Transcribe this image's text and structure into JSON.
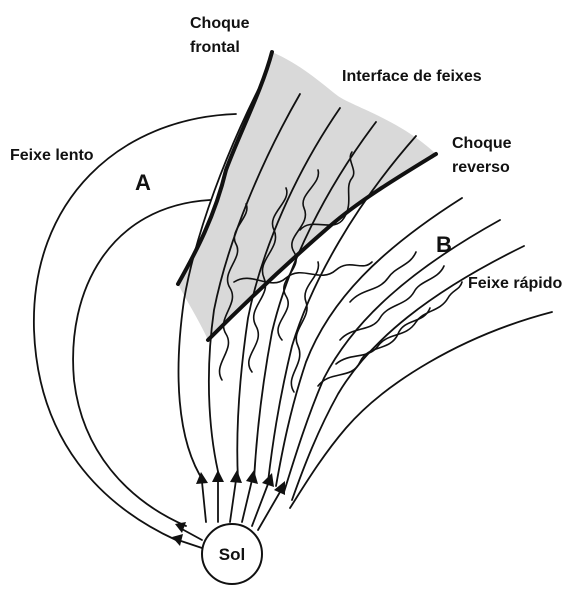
{
  "labels": {
    "choque_frontal_line1": "Choque",
    "choque_frontal_line2": "frontal",
    "interface": "Interface de feixes",
    "choque_reverso_line1": "Choque",
    "choque_reverso_line2": "reverso",
    "feixe_lento": "Feixe lento",
    "feixe_rapido": "Feixe rápido",
    "region_a": "A",
    "region_b": "B",
    "sol": "Sol"
  },
  "colors": {
    "ink": "#111111",
    "compression_region": "#d9d9d9",
    "background": "#ffffff"
  }
}
